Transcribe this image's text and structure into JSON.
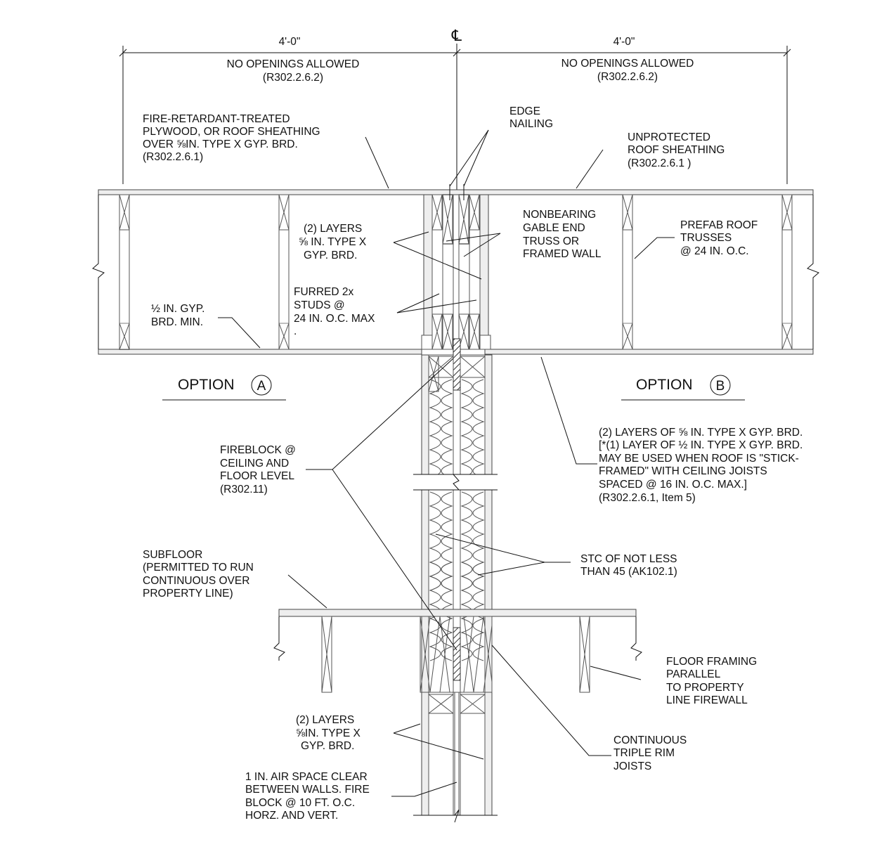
{
  "dims": {
    "left": "4'-0\"",
    "right": "4'-0\"",
    "centerline": "℄"
  },
  "no_openings": {
    "l1": "NO OPENINGS ALLOWED",
    "l2": "(R302.2.6.2)"
  },
  "labels": {
    "fire_retardant": [
      "FIRE-RETARDANT-TREATED",
      "PLYWOOD, OR ROOF SHEATHING",
      "OVER ⅝IN. TYPE X GYP. BRD.",
      "(R302.2.6.1)"
    ],
    "edge_nailing": [
      "EDGE",
      "NAILING"
    ],
    "unprotected": [
      "UNPROTECTED",
      "ROOF SHEATHING",
      "(R302.2.6.1 )"
    ],
    "layers_top": [
      "(2) LAYERS",
      "⅝ IN. TYPE X",
      "GYP. BRD."
    ],
    "nonbearing": [
      "NONBEARING",
      "GABLE END",
      "TRUSS OR",
      "FRAMED WALL"
    ],
    "prefab": [
      "PREFAB ROOF",
      "TRUSSES",
      "@ 24 IN. O.C."
    ],
    "furred": [
      "FURRED 2x",
      "STUDS @",
      "24 IN. O.C. MAX",
      "."
    ],
    "half_gyp": [
      "½ IN. GYP.",
      "BRD. MIN."
    ],
    "fireblock": [
      "FIREBLOCK @",
      "CEILING AND",
      "FLOOR LEVEL",
      "(R302.11)"
    ],
    "two_layers_note": [
      "(2) LAYERS OF ⅝ IN. TYPE X GYP. BRD.",
      "[*(1) LAYER OF ½ IN. TYPE X GYP. BRD.",
      "MAY BE USED WHEN ROOF IS \"STICK-",
      "FRAMED\" WITH CEILING JOISTS",
      "SPACED @ 16 IN. O.C. MAX.]",
      "(R302.2.6.1, Item 5)"
    ],
    "subfloor": [
      "SUBFLOOR",
      "(PERMITTED TO RUN",
      "CONTINUOUS OVER",
      "PROPERTY LINE)"
    ],
    "stc": [
      "STC OF NOT LESS",
      "THAN 45 (AK102.1)"
    ],
    "floor_framing": [
      "FLOOR FRAMING",
      "PARALLEL",
      "TO PROPERTY",
      "LINE FIREWALL"
    ],
    "layers_bottom": [
      "(2) LAYERS",
      "⅝IN. TYPE X",
      "GYP. BRD."
    ],
    "rim": [
      "CONTINUOUS",
      "TRIPLE RIM",
      "JOISTS"
    ],
    "air_space": [
      "1 IN. AIR SPACE CLEAR",
      "BETWEEN WALLS.  FIRE",
      "BLOCK @ 10 FT. O.C.",
      "HORZ. AND VERT."
    ]
  },
  "options": {
    "a_label": "OPTION",
    "a_letter": "A",
    "b_label": "OPTION",
    "b_letter": "B"
  }
}
